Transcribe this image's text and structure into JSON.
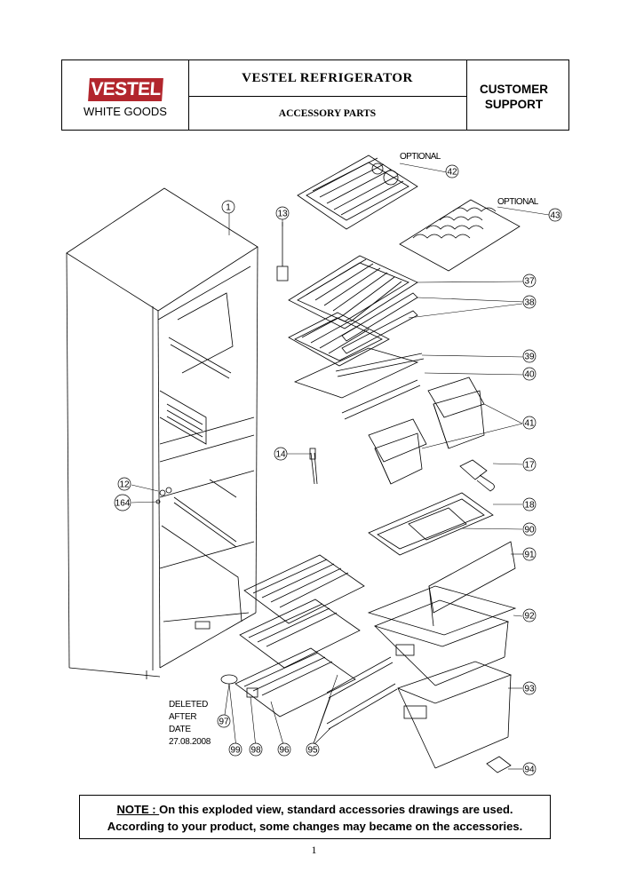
{
  "header": {
    "brand_logo": "VESTEL",
    "division": "WHITE GOODS",
    "title": "VESTEL REFRIGERATOR",
    "subtitle": "ACCESSORY PARTS",
    "support_line1": "CUSTOMER",
    "support_line2": "SUPPORT"
  },
  "diagram": {
    "optional_label_1": "OPTIONAL",
    "optional_label_2": "OPTIONAL",
    "callouts": {
      "p1": "1",
      "p13": "13",
      "p42": "42",
      "p43": "43",
      "p37": "37",
      "p38": "38",
      "p39": "39",
      "p40": "40",
      "p41": "41",
      "p17": "17",
      "p14": "14",
      "p12": "12",
      "p164": "164",
      "p18": "18",
      "p90": "90",
      "p91": "91",
      "p92": "92",
      "p93": "93",
      "p94": "94",
      "p97": "97",
      "p99": "99",
      "p98": "98",
      "p96": "96",
      "p95": "95"
    },
    "deleted_note": [
      "DELETED",
      "AFTER",
      "DATE",
      "27.08.2008"
    ],
    "stroke_color": "#000000"
  },
  "note": {
    "key": "NOTE : ",
    "line1": "On this exploded view, standard accessories drawings are used.",
    "line2": "According to your product, some changes may became on the accessories."
  },
  "page_number": "1"
}
